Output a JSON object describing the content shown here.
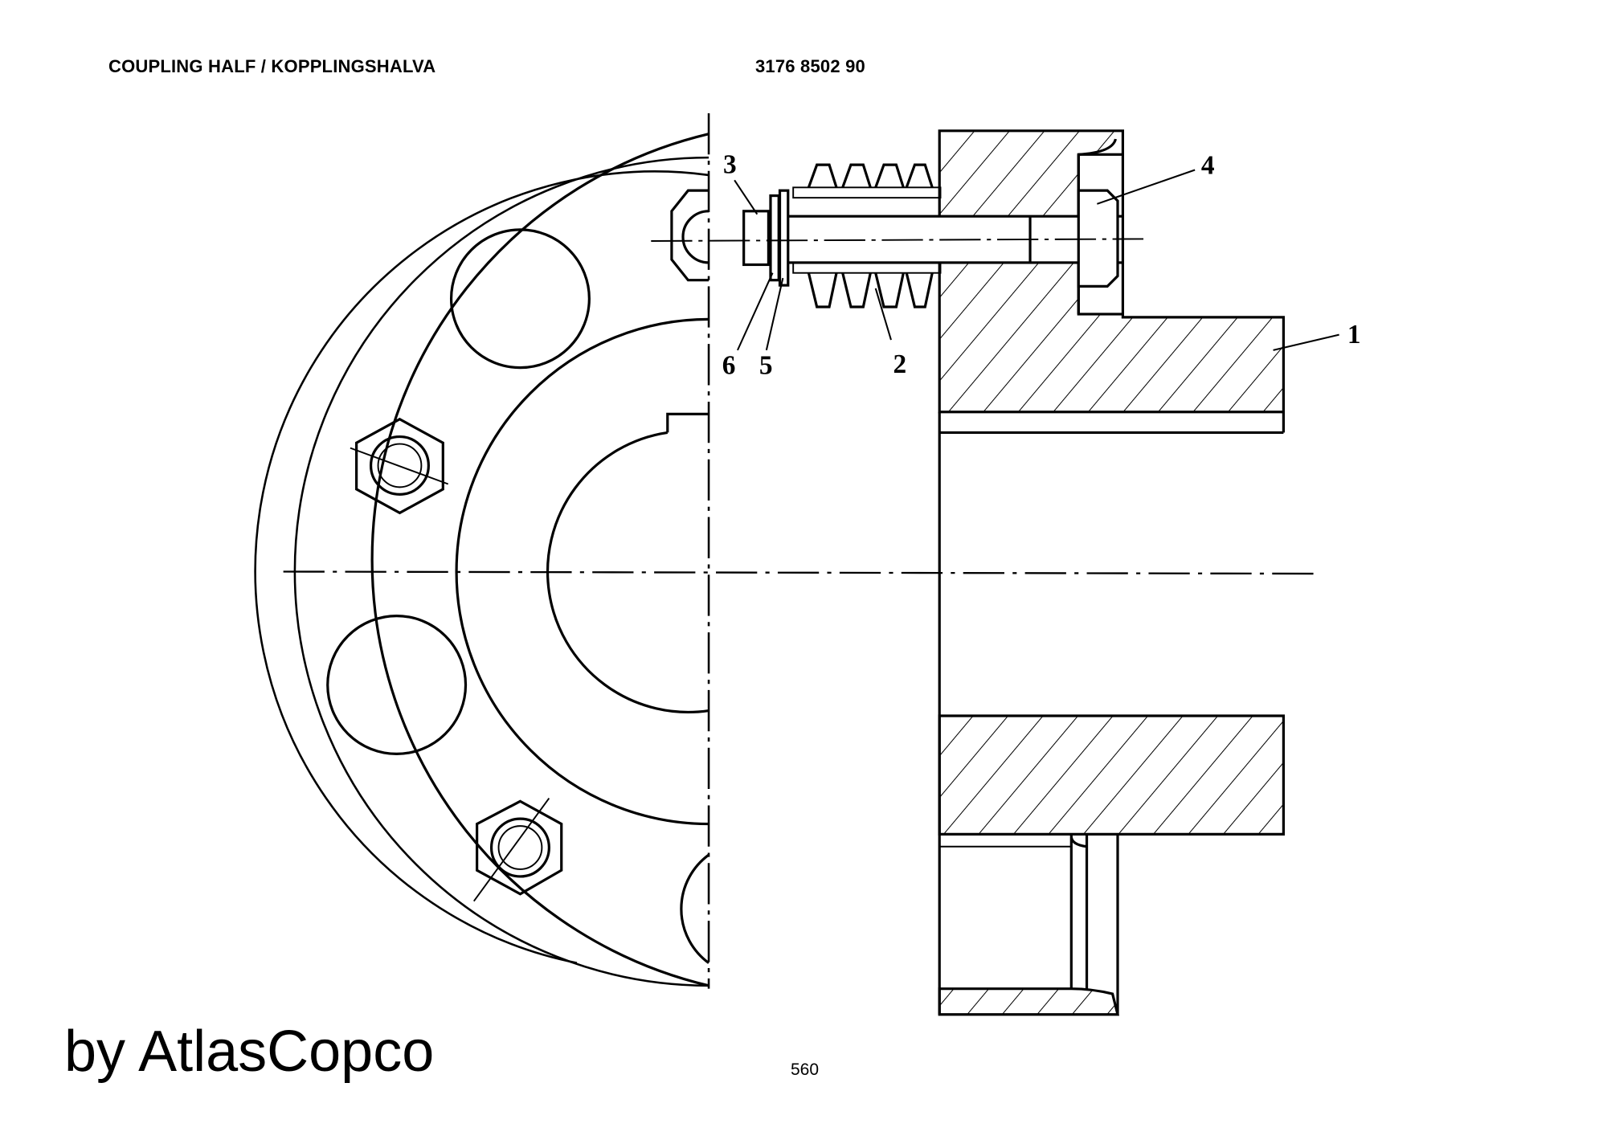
{
  "header": {
    "title": "COUPLING HALF / KOPPLINGSHALVA",
    "part_number": "3176 8502 90"
  },
  "drawing": {
    "callouts": [
      "1",
      "2",
      "3",
      "4",
      "5",
      "6"
    ]
  },
  "footer": {
    "brand": "by AtlasCopco",
    "page_number": "560"
  }
}
